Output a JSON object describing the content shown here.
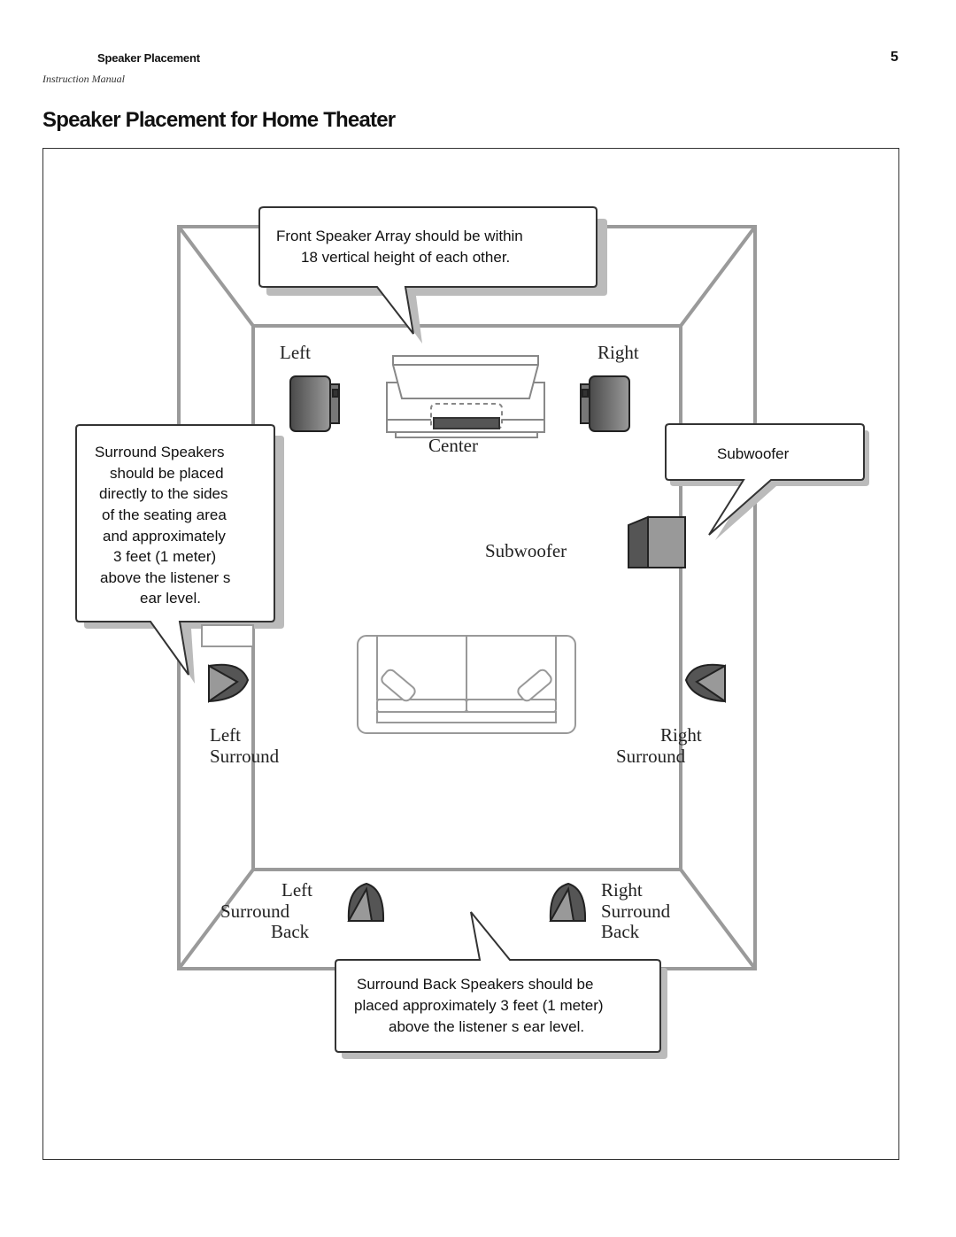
{
  "header": {
    "section": "Speaker Placement",
    "subtitle": "Instruction Manual",
    "page_number": "5"
  },
  "title": "Speaker Placement for Home Theater",
  "labels": {
    "left": "Left",
    "right": "Right",
    "center": "Center",
    "subwoofer": "Subwoofer",
    "left_surround": [
      "Left",
      "Surround"
    ],
    "right_surround": [
      "Right",
      "Surround"
    ],
    "left_surround_back": [
      "Left",
      "Surround",
      "Back"
    ],
    "right_surround_back": [
      "Right",
      "Surround",
      "Back"
    ]
  },
  "callouts": {
    "front": [
      "Front Speaker Array should be within",
      "18  vertical height of each other."
    ],
    "surround": [
      "Surround Speakers",
      "should be placed",
      "directly to the sides",
      "of the seating area",
      "and approximately",
      "3 feet (1 meter)",
      "above the listener s",
      "ear level."
    ],
    "subwoofer": [
      "Subwoofer"
    ],
    "surround_back": [
      "Surround Back Speakers should be",
      "placed approximately 3 feet (1 meter)",
      "above the listener s ear level."
    ]
  }
}
